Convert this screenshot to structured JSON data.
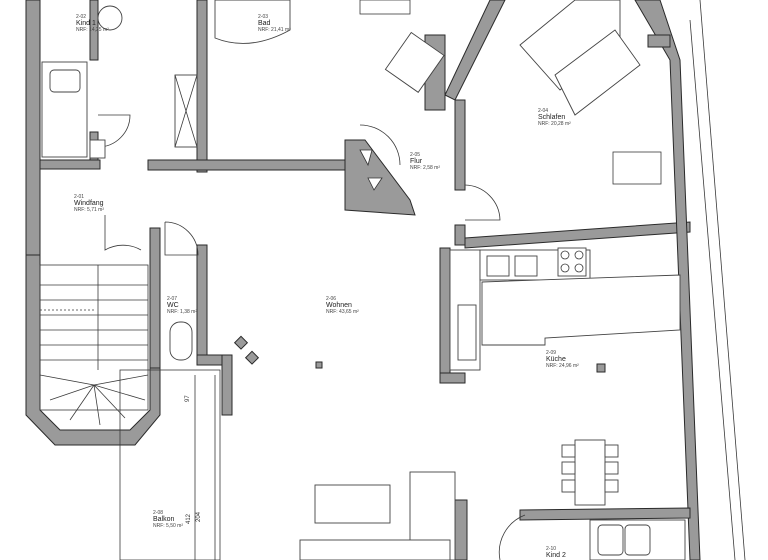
{
  "rooms": [
    {
      "key": "kind1",
      "number": "2-02",
      "name": "Kind 1",
      "area": "NRF: 14,25 m²"
    },
    {
      "key": "bad",
      "number": "2-03",
      "name": "Bad",
      "area": "NRF: 21,41 m²"
    },
    {
      "key": "schlafen",
      "number": "2-04",
      "name": "Schlafen",
      "area": "NRF: 20,28 m²"
    },
    {
      "key": "flur",
      "number": "2-05",
      "name": "Flur",
      "area": "NRF: 2,58 m²"
    },
    {
      "key": "windfang",
      "number": "2-01",
      "name": "Windfang",
      "area": "NRF: 5,71 m²"
    },
    {
      "key": "wohnen",
      "number": "2-06",
      "name": "Wohnen",
      "area": "NRF: 43,65 m²"
    },
    {
      "key": "wc",
      "number": "2-07",
      "name": "WC",
      "area": "NRF: 1,38 m²"
    },
    {
      "key": "kueche",
      "number": "2-09",
      "name": "Küche",
      "area": "NRF: 24,96 m²"
    },
    {
      "key": "balkon",
      "number": "2-08",
      "name": "Balkon",
      "area": "NRF: 5,50 m²"
    },
    {
      "key": "kind2",
      "number": "2-10",
      "name": "Kind 2",
      "area": ""
    }
  ],
  "dimensions": {
    "d1": "97",
    "d2": "412",
    "d3": "204"
  }
}
